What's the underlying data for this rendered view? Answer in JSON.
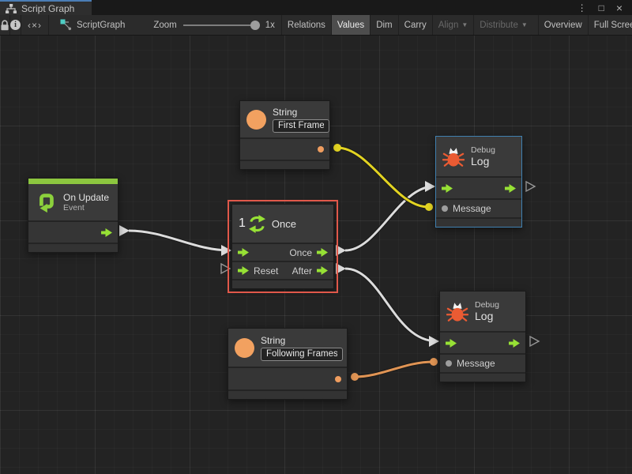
{
  "window": {
    "tab_title": "Script Graph",
    "menu_icon": "⋮",
    "maximize_icon": "□",
    "close_icon": "×"
  },
  "toolbar": {
    "info_glyph": "i",
    "code_glyph": "‹×›",
    "breadcrumb_label": "ScriptGraph",
    "zoom_label": "Zoom",
    "zoom_value": "1x",
    "caret": "▼",
    "buttons": {
      "relations": "Relations",
      "values": "Values",
      "dim": "Dim",
      "carry": "Carry",
      "align": "Align",
      "distribute": "Distribute",
      "overview": "Overview",
      "fullscreen": "Full Screen"
    }
  },
  "graph": {
    "nodes": {
      "on_update": {
        "title": "On Update",
        "subtitle": "Event"
      },
      "string_first": {
        "title": "String",
        "value": "First Frame"
      },
      "once": {
        "badge": "1",
        "title": "Once",
        "port_out_once": "Once",
        "port_in_reset": "Reset",
        "port_out_after": "After"
      },
      "debug_log_top": {
        "category": "Debug",
        "title": "Log",
        "port_message": "Message"
      },
      "debug_log_bottom": {
        "category": "Debug",
        "title": "Log",
        "port_message": "Message"
      },
      "string_following": {
        "title": "String",
        "value": "Following Frames"
      }
    },
    "colors": {
      "flow_green": "#97e135",
      "event_green": "#8cc63f",
      "value_orange": "#f2a160",
      "wire_white": "#dcdcdc",
      "wire_yellow": "#e2d322",
      "wire_orange": "#e09454",
      "selection_red": "#e0584a",
      "highlight_blue": "#4080b0"
    }
  }
}
